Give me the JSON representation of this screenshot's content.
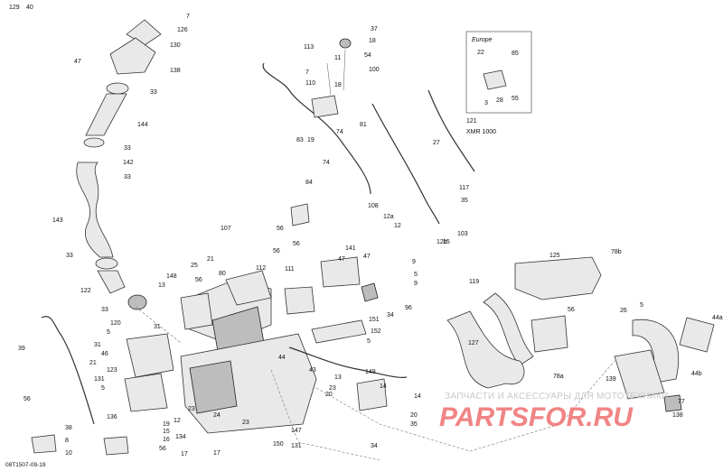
{
  "diagram": {
    "drawing_id": "08T1507-09-19",
    "inset_title": "Europe",
    "watermark_text": "ЗАПЧАСТИ И АКСЕССУАРЫ ДЛЯ МОТОТЕХНИКИ",
    "watermark_logo": "PARTSFOR.RU",
    "xmr_note": "XMR 1000"
  },
  "callouts": [
    "7",
    "126",
    "130",
    "47",
    "138",
    "33",
    "144",
    "33",
    "142",
    "33",
    "143",
    "33",
    "122",
    "33",
    "120",
    "13",
    "31",
    "5",
    "31",
    "46",
    "21",
    "123",
    "131",
    "5",
    "39",
    "56",
    "38",
    "8",
    "10",
    "136",
    "19",
    "15",
    "16",
    "56",
    "17",
    "17",
    "12",
    "134",
    "23",
    "24",
    "23",
    "150",
    "147",
    "131",
    "148",
    "56",
    "25",
    "21",
    "80",
    "112",
    "111",
    "56",
    "47",
    "141",
    "47",
    "9",
    "5",
    "9",
    "96",
    "34",
    "151",
    "152",
    "5",
    "149",
    "44",
    "43",
    "23",
    "13",
    "14",
    "14",
    "20",
    "35",
    "20",
    "34",
    "107",
    "56",
    "56",
    "84",
    "113",
    "7",
    "110",
    "11",
    "18",
    "54",
    "100",
    "37",
    "18",
    "74",
    "81",
    "83",
    "19",
    "74",
    "27",
    "121",
    "117",
    "35",
    "108",
    "12a",
    "12",
    "12b",
    "15",
    "103",
    "22",
    "85",
    "3",
    "28",
    "55",
    "119",
    "78b",
    "125",
    "56",
    "127",
    "78a",
    "26",
    "5",
    "44a",
    "44b",
    "139",
    "77",
    "138",
    "129",
    "40"
  ]
}
